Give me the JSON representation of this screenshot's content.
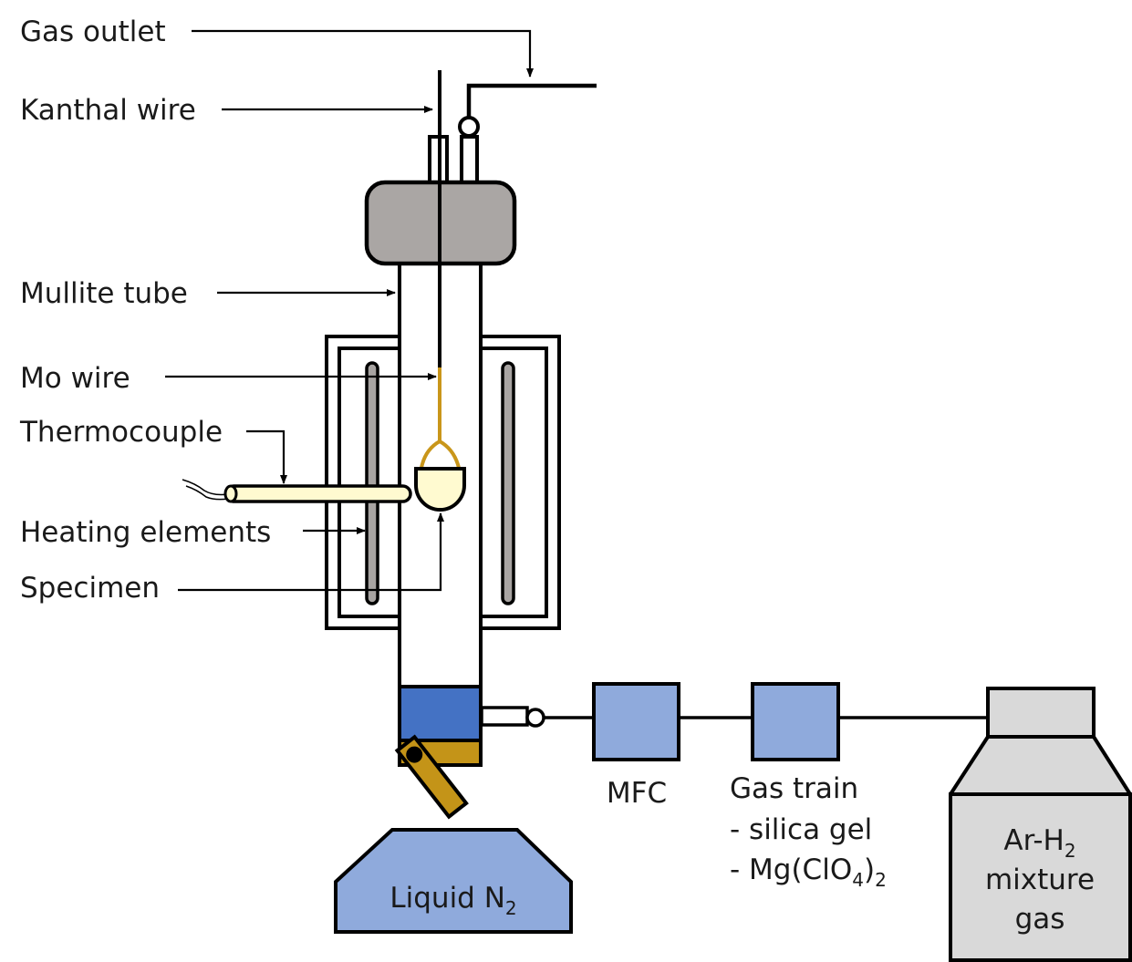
{
  "title": "Experimental apparatus schematic",
  "labels": {
    "gas_outlet": "Gas outlet",
    "kanthal_wire": "Kanthal wire",
    "mullite_tube": "Mullite tube",
    "mo_wire": "Mo wire",
    "thermocouple": "Thermocouple",
    "heating_elements": "Heating elements",
    "specimen": "Specimen"
  },
  "components": {
    "liquid_n2": {
      "text": "Liquid N",
      "sub": "2"
    },
    "mfc": {
      "text": "MFC"
    },
    "gas_train": {
      "title": "Gas train",
      "item1": "- silica gel",
      "item2_prefix": "- Mg(ClO",
      "item2_sub1": "4",
      "item2_mid": ")",
      "item2_sub2": "2"
    },
    "gas_cylinder": {
      "line1_prefix": "Ar-H",
      "line1_sub": "2",
      "line2": "mixture",
      "line3": "gas"
    }
  },
  "colors": {
    "cap_gray": "#aaa6a4",
    "element_gray": "#a8a4a2",
    "mo_wire_gold": "#c9961a",
    "crucible_cream": "#fffad0",
    "thermocouple_cream": "#fffad0",
    "valve_blue": "#4472c4",
    "valve_gold": "#c49418",
    "light_blue": "#8faadc",
    "cylinder_gray": "#d9d9d9"
  }
}
